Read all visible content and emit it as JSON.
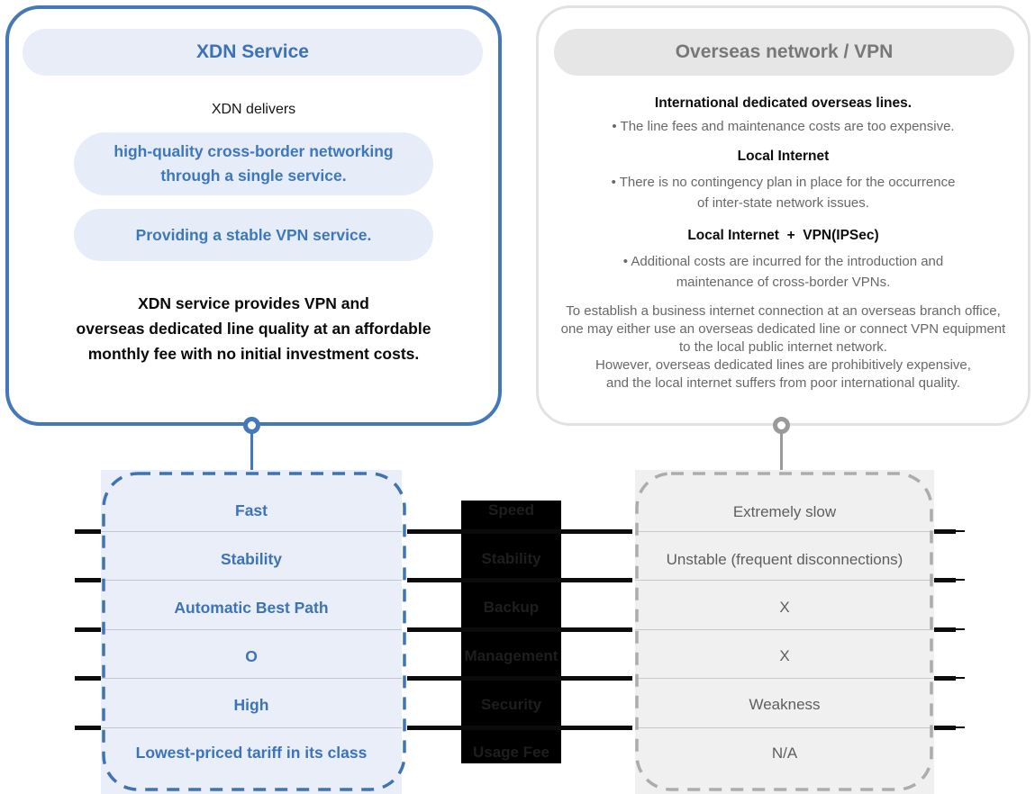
{
  "xdn_card": {
    "title": "XDN Service",
    "intro": "XDN delivers",
    "feature_1": "high-quality cross-border networking\nthrough a single service.",
    "feature_2": "Providing a stable VPN service.",
    "summary": "XDN service provides VPN and\noverseas dedicated line quality at an affordable\nmonthly fee with no initial investment costs."
  },
  "overseas_card": {
    "title": "Overseas network / VPN",
    "sections": [
      {
        "heading": "International dedicated overseas lines.",
        "bullet": "• The line fees and maintenance costs are too expensive."
      },
      {
        "heading": "Local Internet",
        "bullet": "• There is no contingency plan in place for the occurrence\nof inter-state network issues."
      },
      {
        "heading": "Local Internet  +  VPN(IPSec)",
        "bullet": "• Additional costs are incurred for the introduction and\nmaintenance of cross-border VPNs."
      }
    ],
    "paragraph": "To establish a business internet connection at an overseas branch office,\none may either use an overseas dedicated line or connect VPN equipment\nto the local public internet network.\nHowever, overseas dedicated lines are prohibitively expensive,\nand the local internet suffers from poor international quality."
  },
  "comparison_table": {
    "rows": [
      {
        "xdn": "Fast",
        "criterion": "Speed",
        "overseas": "Extremely slow"
      },
      {
        "xdn": "Stability",
        "criterion": "Stability",
        "overseas": "Unstable (frequent disconnections)"
      },
      {
        "xdn": "Automatic Best Path",
        "criterion": "Backup",
        "overseas": "X"
      },
      {
        "xdn": "O",
        "criterion": "Management",
        "overseas": "X"
      },
      {
        "xdn": "High",
        "criterion": "Security",
        "overseas": "Weakness"
      },
      {
        "xdn": "Lowest-priced tariff in its class",
        "criterion": "Usage Fee",
        "overseas": "N/A"
      }
    ]
  },
  "colors": {
    "accent_blue": "#3D73B8",
    "card_border_blue": "#4478B9",
    "light_blue_fill": "#E8EDF8",
    "gray_fill": "#E6E6E6",
    "gray_title": "#787878",
    "dark_text": "#0A0A0A",
    "body_gray": "#686868",
    "dashed_gray": "#ACACAC",
    "criteria_bg": "#000000"
  }
}
